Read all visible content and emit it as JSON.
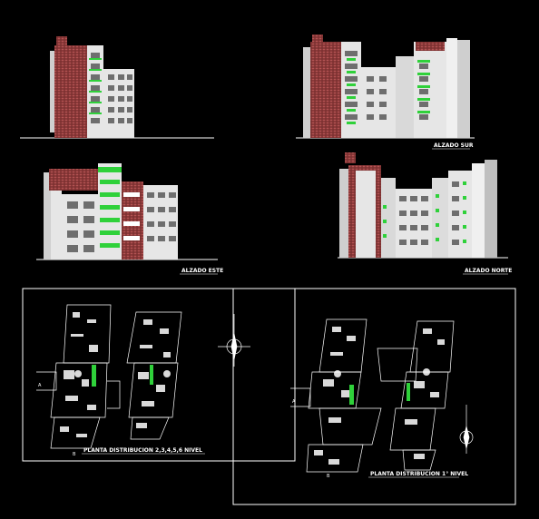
{
  "drawing": {
    "background": "#000000",
    "colors": {
      "brick": "#8c3a3a",
      "wall": "#e6e6e6",
      "wall_dark": "#bfbfbf",
      "window": "#6e6e6e",
      "green": "#2fd13a",
      "line": "#ffffff"
    }
  },
  "elevations": [
    {
      "id": "elev-1",
      "label": ""
    },
    {
      "id": "elev-2",
      "label": "ALZADO SUR"
    },
    {
      "id": "elev-3",
      "label": "ALZADO ESTE"
    },
    {
      "id": "elev-4",
      "label": "ALZADO NORTE"
    }
  ],
  "plans": [
    {
      "id": "plan-left",
      "label": "PLANTA DISTRIBUCION 2,3,4,5,6 NIVEL",
      "marker_a": "A",
      "marker_b": "B"
    },
    {
      "id": "plan-right",
      "label": "PLANTA DISTRIBUCION 1° NIVEL",
      "marker_a": "A",
      "marker_b": "B"
    }
  ]
}
